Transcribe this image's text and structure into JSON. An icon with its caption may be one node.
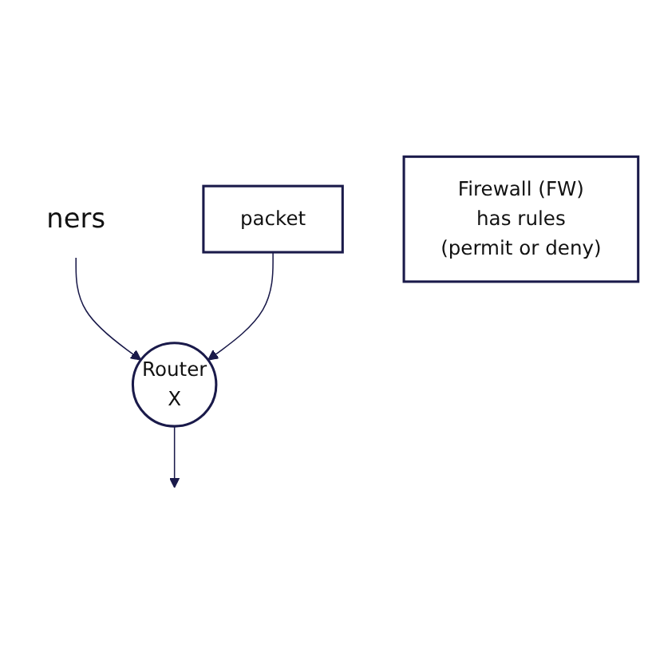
{
  "diagram": {
    "nodes": [
      {
        "text": [
          "ners"
        ]
      },
      {
        "text": [
          "packet"
        ]
      },
      {
        "text": [
          "Router",
          "X"
        ]
      },
      {
        "text": [
          "Firewall (FW)",
          "has rules",
          "(permit or deny)"
        ]
      }
    ],
    "edges": [
      {
        "from": 0,
        "to": 2,
        "arrow": "to"
      },
      {
        "from": 1,
        "to": 2,
        "arrow": "to"
      },
      {
        "from": 2,
        "to": null,
        "arrow": "to"
      }
    ]
  }
}
